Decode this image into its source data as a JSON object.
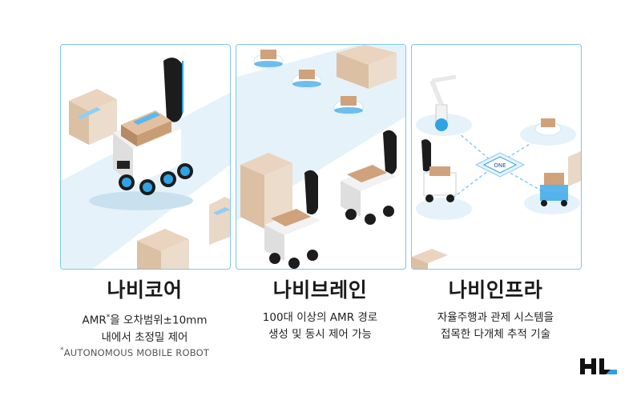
{
  "columns": [
    {
      "title": "나비코어",
      "desc_line1_pre": "AMR",
      "desc_line1_sup": "*",
      "desc_line1_post": "을 오차범위±10mm",
      "desc_line2": "내에서 초정밀 제어"
    },
    {
      "title": "나비브레인",
      "desc_line1": "100대 이상의 AMR 경로",
      "desc_line2": "생성 및 동시 제어 가능"
    },
    {
      "title": "나비인프라",
      "desc_line1": "자율주행과 관제 시스템을",
      "desc_line2": "접목한 다개체 추적 기술"
    }
  ],
  "footnote": {
    "mark": "*",
    "text": "AUTONOMOUS MOBILE ROBOT"
  },
  "logo": {
    "name": "hl-logo",
    "accent": "#2e9fe0",
    "color": "#111111"
  },
  "colors": {
    "border": "#7fc6e8",
    "floor": "#e3f1f9",
    "box": "#d9b391",
    "robot_accent": "#2fa3e6"
  }
}
